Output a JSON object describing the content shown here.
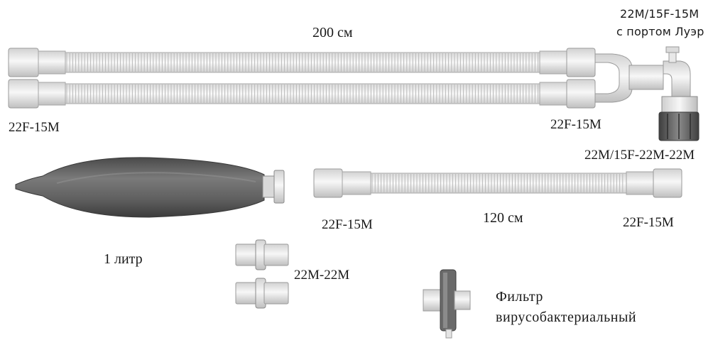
{
  "labels": {
    "len_200": "200 см",
    "y_connector_line1": "22M/15F-15M",
    "y_connector_line2": "с портом Луэр",
    "hose_left_end": "22F-15M",
    "hose_right_end": "22F-15M",
    "elbow_adapter": "22M/15F-22M-22M",
    "len_120": "120 см",
    "short_hose_left_end": "22F-15M",
    "short_hose_right_end": "22F-15M",
    "bag_volume": "1 литр",
    "coupler": "22M-22M",
    "filter_line1": "Фильтр",
    "filter_line2": "вирусобактериальный"
  },
  "colors": {
    "cuff": "#e3e3e3",
    "tube": "#f0f0f0",
    "rib": "#b9b9b9",
    "outline": "#9a9a9a",
    "bag": "#5d5d5d",
    "filter_housing": "#5a5a5a",
    "text": "#1a1a1a"
  }
}
